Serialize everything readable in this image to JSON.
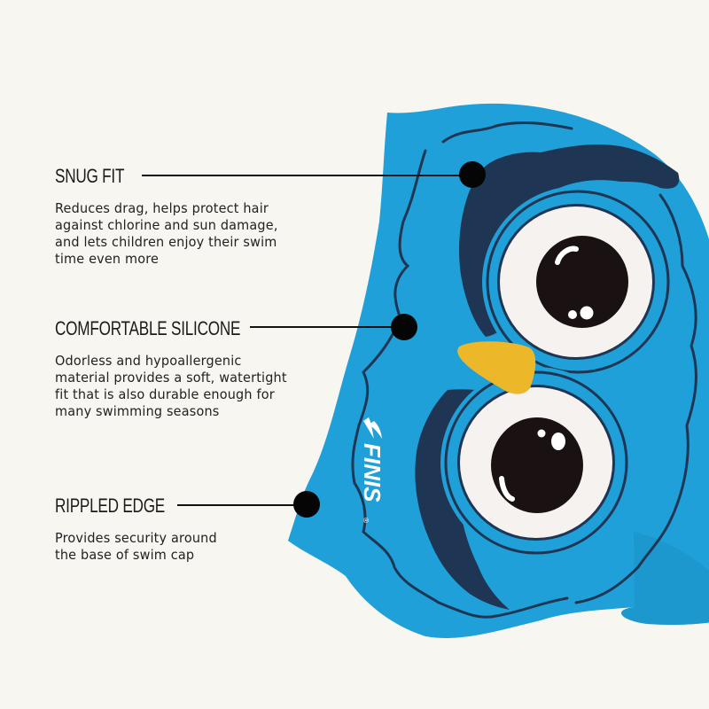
{
  "colors": {
    "background": "#f7f6f0",
    "cap_blue": "#1fa0d8",
    "navy": "#1e3553",
    "beak": "#ecb82a",
    "eye_white": "#f6f2ef",
    "pupil": "#1a1212",
    "text": "#1b1b1b"
  },
  "product": {
    "brand_logo_text": "FINIS",
    "registered_mark": "®",
    "illustration": "owl-swim-cap"
  },
  "features": [
    {
      "heading": "SNUG FIT",
      "description_lines": [
        "Reduces drag, helps protect hair",
        "against chlorine and sun damage,",
        "and lets children enjoy their swim",
        "time even more"
      ]
    },
    {
      "heading": "COMFORTABLE SILICONE",
      "description_lines": [
        "Odorless and hypoallergenic",
        "material provides a soft, watertight",
        "fit that is also durable enough for",
        "many swimming seasons"
      ]
    },
    {
      "heading": "RIPPLED EDGE",
      "description_lines": [
        "Provides security around",
        "the base of swim cap"
      ]
    }
  ]
}
